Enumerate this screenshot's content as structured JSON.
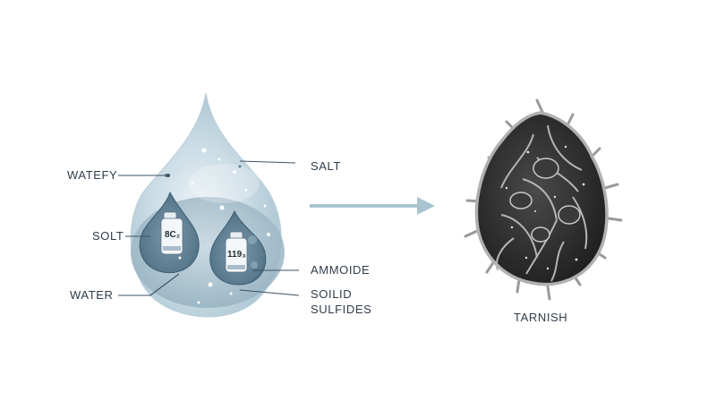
{
  "labels": {
    "waterfy": "WATEFY",
    "solt": "SOLT",
    "water": "WATER",
    "salt": "SALT",
    "ammoide": "AMMOIDE",
    "soilid": "SOILID",
    "sulfides": "SULFIDES",
    "tarnish": "TARNISH"
  },
  "bottle_labels": {
    "left": "8C₂",
    "right": "119₃"
  },
  "colors": {
    "drop_outer": "#c3d5df",
    "drop_inner": "#8fadbd",
    "bubble_dark": "#5d7f93",
    "arrow": "#a9c4d1",
    "leader_line": "#3d5264",
    "crystal_dark": "#2e2e2e",
    "crystal_metal": "#a7a7a7"
  }
}
